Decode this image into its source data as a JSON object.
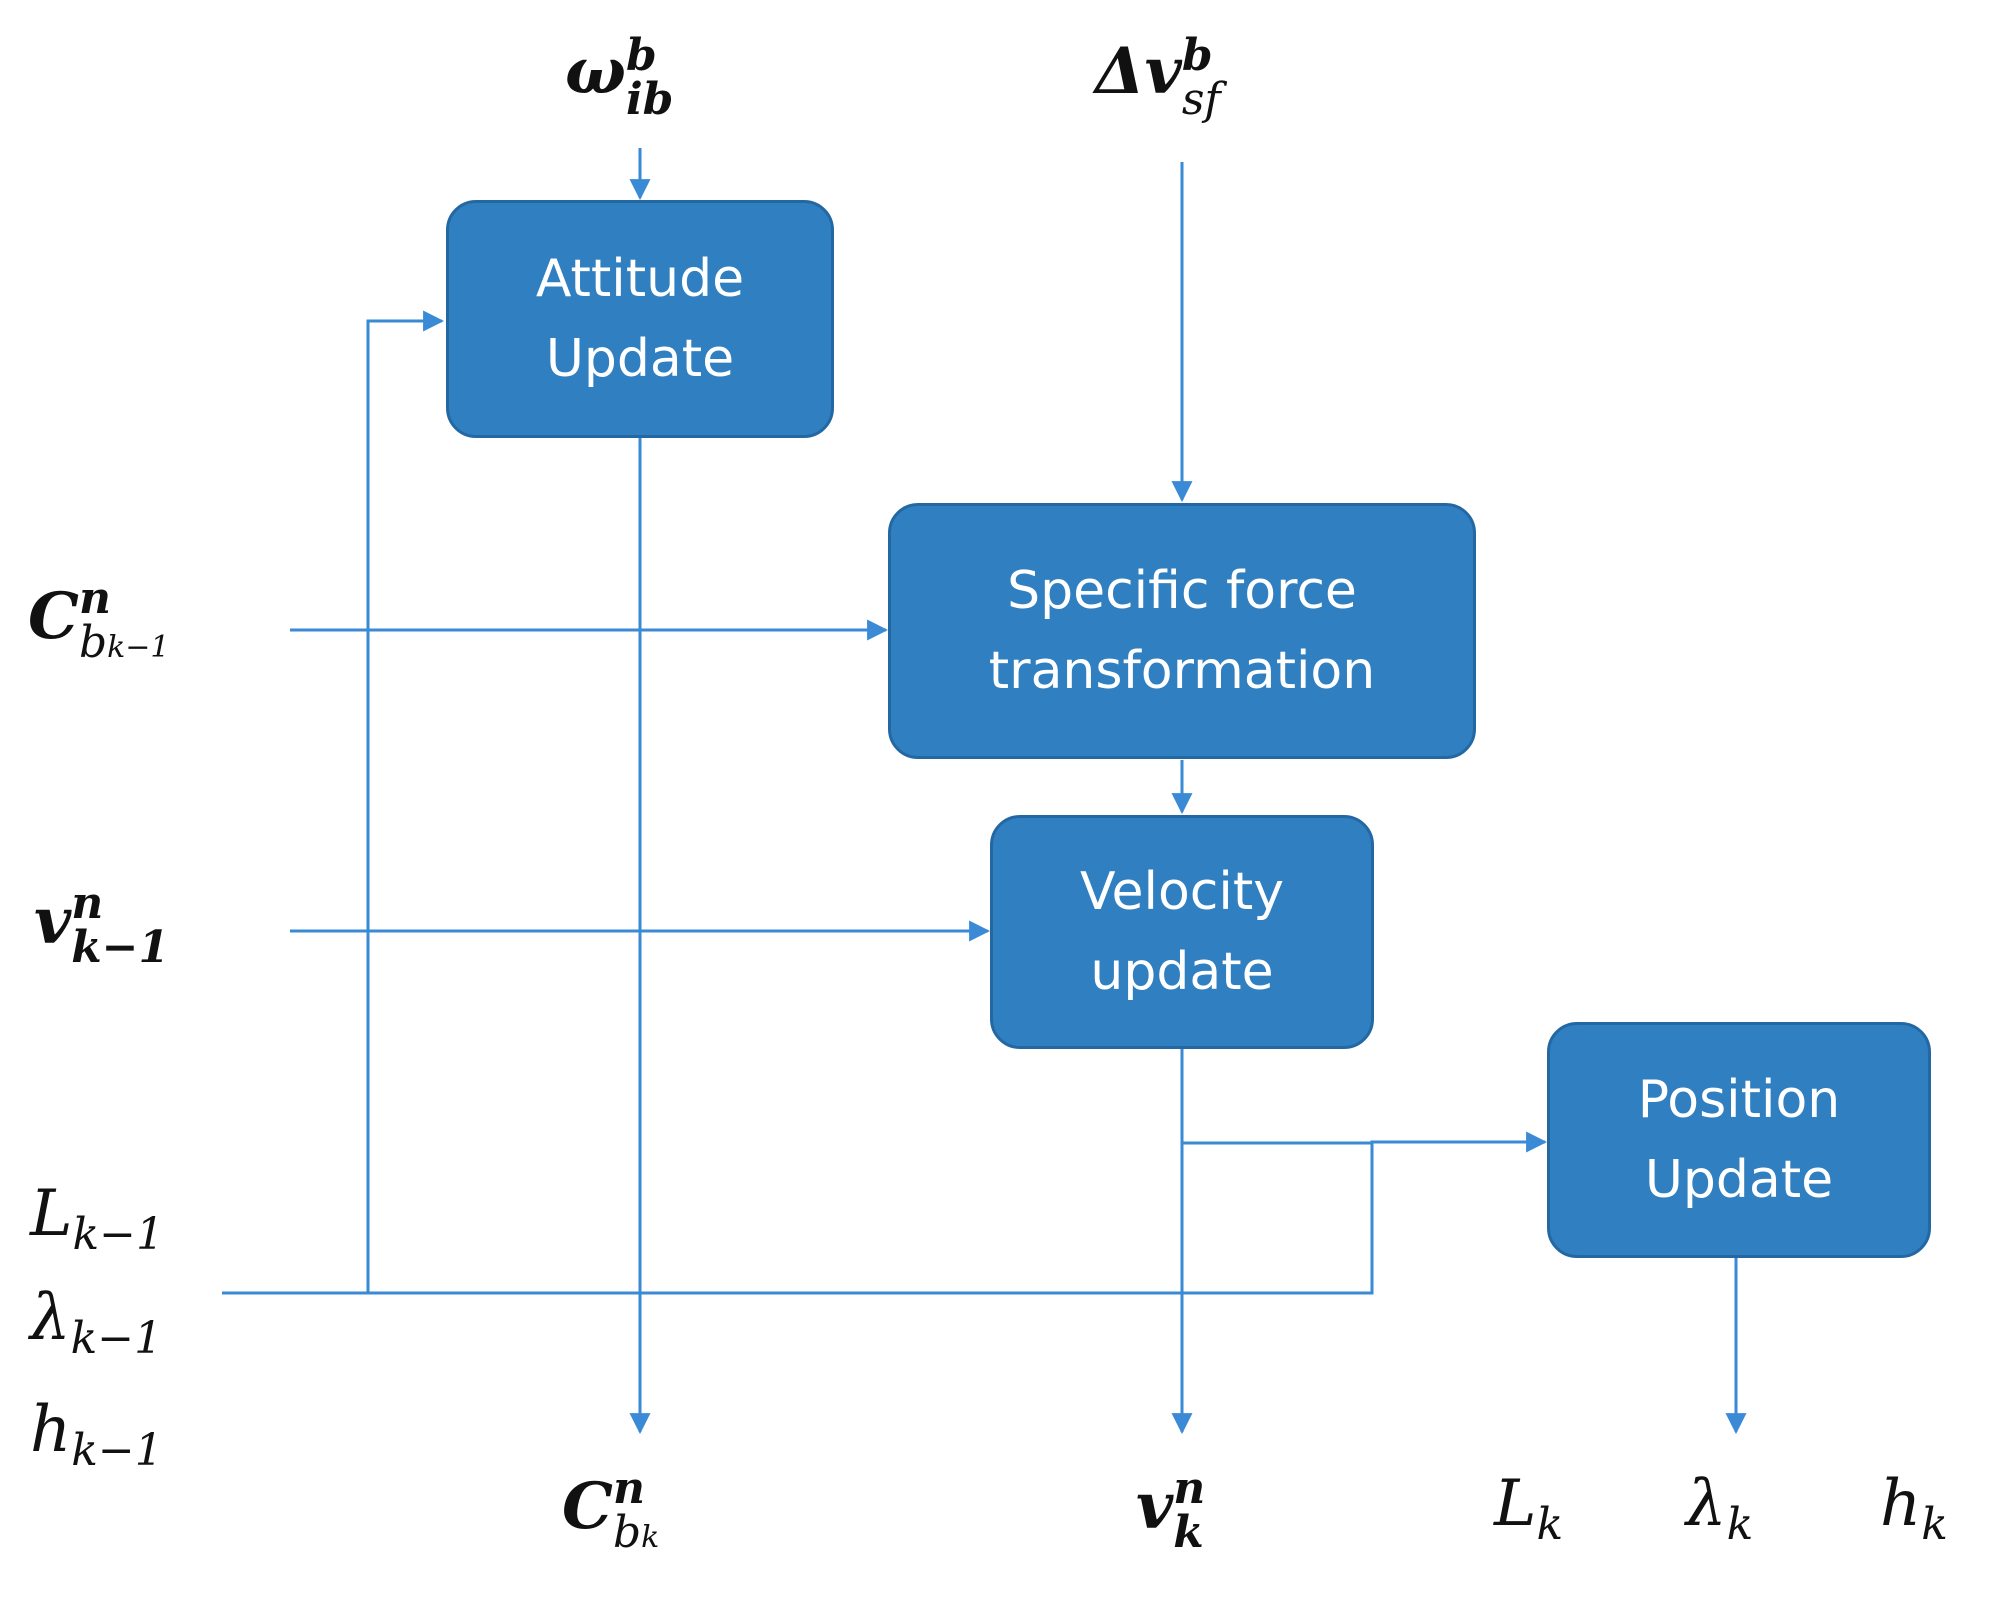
{
  "blocks": {
    "attitude": {
      "line1": "Attitude",
      "line2": "Update"
    },
    "specific_force": {
      "line1": "Specific force",
      "line2": "transformation"
    },
    "velocity": {
      "line1": "Velocity",
      "line2": "update"
    },
    "position": {
      "line1": "Position",
      "line2": "Update"
    }
  },
  "inputs": {
    "omega": {
      "base": "ω",
      "sup": "b",
      "sub": "ib"
    },
    "delta_v": {
      "base": "Δv",
      "sup": "b",
      "sub": "sf"
    },
    "c_prev": {
      "base": "C",
      "sup": "n",
      "sub": "b",
      "subsub": "k−1"
    },
    "v_prev": {
      "base": "v",
      "sup": "n",
      "sub": "k−1"
    },
    "L_prev": {
      "base": "L",
      "sub": "k−1"
    },
    "lambda_prev": {
      "base": "λ",
      "sub": "k−1"
    },
    "h_prev": {
      "base": "h",
      "sub": "k−1"
    }
  },
  "outputs": {
    "c_k": {
      "base": "C",
      "sup": "n",
      "sub": "b",
      "subsub": "k"
    },
    "v_k": {
      "base": "v",
      "sup": "n",
      "sub": "k"
    },
    "L_k": {
      "base": "L",
      "sub": "k"
    },
    "lambda_k": {
      "base": "λ",
      "sub": "k"
    },
    "h_k": {
      "base": "h",
      "sub": "k"
    }
  },
  "colors": {
    "block_fill": "#2f7fc1",
    "block_border": "#2468a3",
    "line": "#3a8ad6",
    "text": "#111111"
  }
}
